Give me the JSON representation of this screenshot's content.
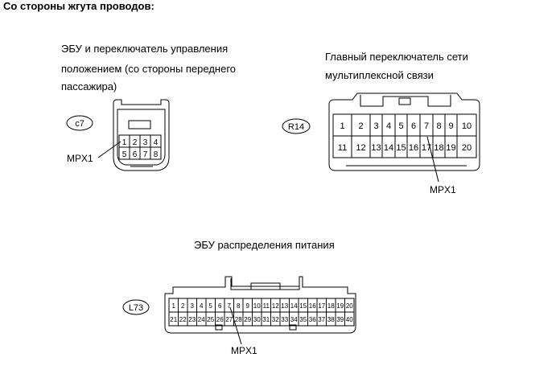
{
  "heading": "Со стороны жгута проводов:",
  "connectors": {
    "c7": {
      "code": "c7",
      "description": [
        "ЭБУ и переключатель управления",
        "положением (со стороны переднего",
        "пассажира)"
      ],
      "pins_row1": [
        "1",
        "2",
        "3",
        "4"
      ],
      "pins_row2": [
        "5",
        "6",
        "7",
        "8"
      ],
      "signal": "MPX1"
    },
    "r14": {
      "code": "R14",
      "description": [
        "Главный переключатель сети",
        "мультиплексной связи"
      ],
      "pins_row1": [
        "1",
        "2",
        "3",
        "4",
        "5",
        "6",
        "7",
        "8",
        "9",
        "10"
      ],
      "pins_row2": [
        "11",
        "12",
        "13",
        "14",
        "15",
        "16",
        "17",
        "18",
        "19",
        "20"
      ],
      "signal": "MPX1"
    },
    "l73": {
      "code": "L73",
      "description": [
        "ЭБУ распределения питания"
      ],
      "pins_row1": [
        "1",
        "2",
        "3",
        "4",
        "5",
        "6",
        "7",
        "8",
        "9",
        "10",
        "11",
        "12",
        "13",
        "14",
        "15",
        "16",
        "17",
        "18",
        "19",
        "20"
      ],
      "pins_row2": [
        "21",
        "22",
        "23",
        "24",
        "25",
        "26",
        "27",
        "28",
        "29",
        "30",
        "31",
        "32",
        "33",
        "34",
        "35",
        "36",
        "37",
        "38",
        "39",
        "40"
      ],
      "signal": "MPX1"
    }
  }
}
